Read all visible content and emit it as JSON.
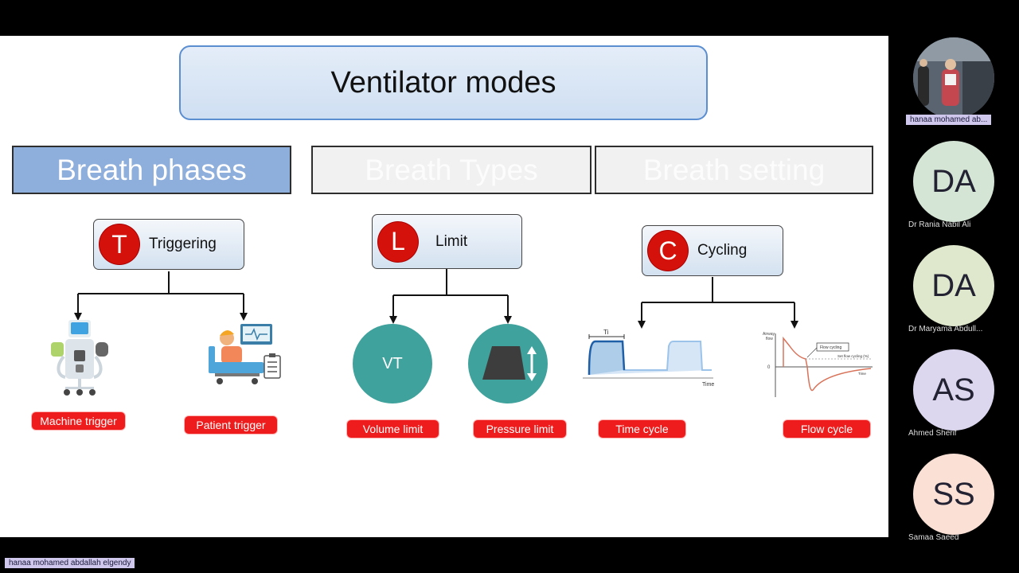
{
  "slide": {
    "title": "Ventilator modes",
    "headers": [
      "Breath phases",
      "Breath Types",
      "Breath setting"
    ],
    "phases": {
      "triggering": {
        "badge": "T",
        "label": "Triggering"
      },
      "limit": {
        "badge": "L",
        "label": "Limit"
      },
      "cycling": {
        "badge": "C",
        "label": "Cycling"
      }
    },
    "circle_vt": "VT",
    "pills": {
      "machine": "Machine trigger",
      "patient": "Patient trigger",
      "volume": "Volume limit",
      "pressure": "Pressure limit",
      "time": "Time cycle",
      "flow": "Flow cycle"
    },
    "time_graph": {
      "ti_label": "Ti",
      "axis_label": "Time"
    },
    "flow_graph": {
      "y_label_1": "Airway",
      "y_label_2": "flow",
      "zero": "0",
      "box_label": "Flow cycling",
      "set_label": "Set flow cycling (%)",
      "axis_label": "Time"
    },
    "colors": {
      "accent_red": "#ee1c1c",
      "teal": "#40a29c",
      "header_blue": "#8eaedc"
    }
  },
  "participants": [
    {
      "name": "hanaa mohamed ab...",
      "initials": "",
      "avatar_color": "#6b7b8c"
    },
    {
      "name": "Dr Rania Nabil Ali",
      "initials": "DA",
      "avatar_color": "#d4e4d5"
    },
    {
      "name": "Dr Maryama Abdull...",
      "initials": "DA",
      "avatar_color": "#dfe8cc"
    },
    {
      "name": "Ahmed Sherif",
      "initials": "AS",
      "avatar_color": "#dcd6ef"
    },
    {
      "name": "Samaa Saeed",
      "initials": "SS",
      "avatar_color": "#fae0d5"
    }
  ],
  "presenter_label": "hanaa mohamed abdallah   elgendy"
}
